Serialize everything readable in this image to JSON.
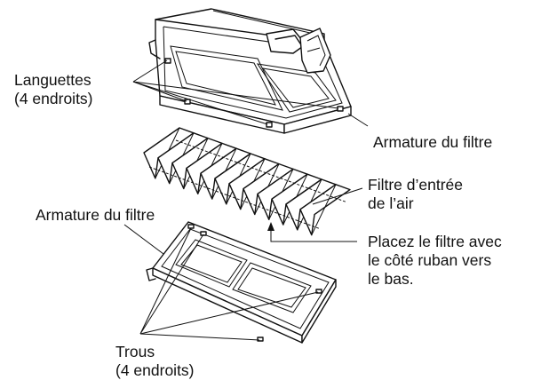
{
  "labels": {
    "tabs": [
      "Languettes",
      "(4 endroits)"
    ],
    "frame_top": "Armature du filtre",
    "intake_filter": [
      "Filtre d’entrée",
      "de l’air"
    ],
    "frame_bottom": "Armature du filtre",
    "placement_note": [
      "Placez le filtre avec",
      "le côté ruban vers",
      "le bas."
    ],
    "holes": [
      "Trous",
      "(4 endroits)"
    ]
  }
}
